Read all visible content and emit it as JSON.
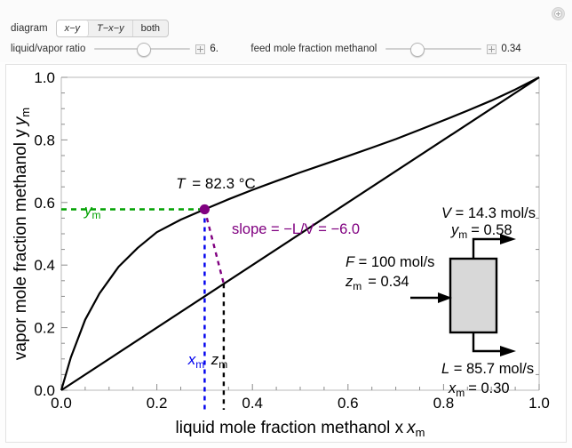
{
  "window": {
    "corner_icon": "plus-circle-icon"
  },
  "controls": {
    "diagram_label": "diagram",
    "diagram_options": [
      "x−y",
      "T−x−y",
      "both"
    ],
    "diagram_selected": "x−y",
    "liquid_vapor_label": "liquid/vapor ratio",
    "liquid_vapor_value": "6.",
    "feed_label": "feed mole fraction methanol",
    "feed_value": "0.34"
  },
  "chart_data": {
    "type": "line",
    "title": "",
    "xlabel": "liquid mole fraction methanol x",
    "xlabel_sub": "m",
    "ylabel": "vapor mole fraction methanol y",
    "ylabel_sub": "m",
    "xlim": [
      0.0,
      1.0
    ],
    "ylim": [
      0.0,
      1.0
    ],
    "xticks": [
      "0.0",
      "0.2",
      "0.4",
      "0.6",
      "0.8",
      "1.0"
    ],
    "yticks": [
      "0.0",
      "0.2",
      "0.4",
      "0.6",
      "0.8",
      "1.0"
    ],
    "grid": false,
    "minor_ticks": true,
    "series": [
      {
        "name": "equilibrium-curve",
        "color": "#000000",
        "x": [
          0.0,
          0.02,
          0.05,
          0.08,
          0.12,
          0.16,
          0.2,
          0.25,
          0.3,
          0.35,
          0.4,
          0.45,
          0.5,
          0.55,
          0.6,
          0.65,
          0.7,
          0.75,
          0.8,
          0.85,
          0.9,
          0.95,
          1.0
        ],
        "y": [
          0.0,
          0.105,
          0.225,
          0.31,
          0.395,
          0.455,
          0.505,
          0.545,
          0.578,
          0.61,
          0.64,
          0.668,
          0.696,
          0.722,
          0.748,
          0.775,
          0.802,
          0.832,
          0.862,
          0.893,
          0.925,
          0.96,
          1.0
        ]
      },
      {
        "name": "diagonal-45-line",
        "color": "#000000",
        "x": [
          0.0,
          1.0
        ],
        "y": [
          0.0,
          1.0
        ]
      },
      {
        "name": "operating-line",
        "color": "#800080",
        "style": "dashed",
        "x": [
          0.3,
          0.34
        ],
        "y": [
          0.578,
          0.34
        ]
      },
      {
        "name": "xm-vertical-line",
        "color": "#0000ee",
        "style": "dashed",
        "x": [
          0.3,
          0.3
        ],
        "y": [
          0.0,
          0.578
        ]
      },
      {
        "name": "zm-vertical-line",
        "color": "#000000",
        "style": "dashed",
        "x": [
          0.34,
          0.34
        ],
        "y": [
          0.0,
          0.34
        ]
      },
      {
        "name": "ym-horizontal-line",
        "color": "#00a000",
        "style": "dashed",
        "x": [
          0.0,
          0.3
        ],
        "y": [
          0.578,
          0.578
        ]
      }
    ],
    "point": {
      "name": "operating-point",
      "x": 0.3,
      "y": 0.578,
      "color": "#800080"
    },
    "annotations": {
      "temperature": "T = 82.3 °C",
      "temperature_italic": "T",
      "slope": "slope = −L/V = −6.0",
      "ym_label": "y",
      "ym_sub": "m",
      "xm_label": "x",
      "xm_sub": "m",
      "zm_label": "z",
      "zm_sub": "m"
    }
  },
  "flash_diagram": {
    "name": "flash-drum",
    "vapor_flow": "V = 14.3 mol/s",
    "vapor_comp_var": "y",
    "vapor_comp_sub": "m",
    "vapor_comp_val": "= 0.58",
    "feed_flow": "F = 100 mol/s",
    "feed_comp_var": "z",
    "feed_comp_sub": "m",
    "feed_comp_val": "= 0.34",
    "liquid_flow": "L = 85.7 mol/s",
    "liquid_comp_var": "x",
    "liquid_comp_sub": "m",
    "liquid_comp_val": "= 0.30"
  },
  "colors": {
    "green": "#00a000",
    "blue": "#0000ee",
    "purple": "#800080",
    "black": "#000000",
    "drum_fill": "#d8d8d8"
  }
}
